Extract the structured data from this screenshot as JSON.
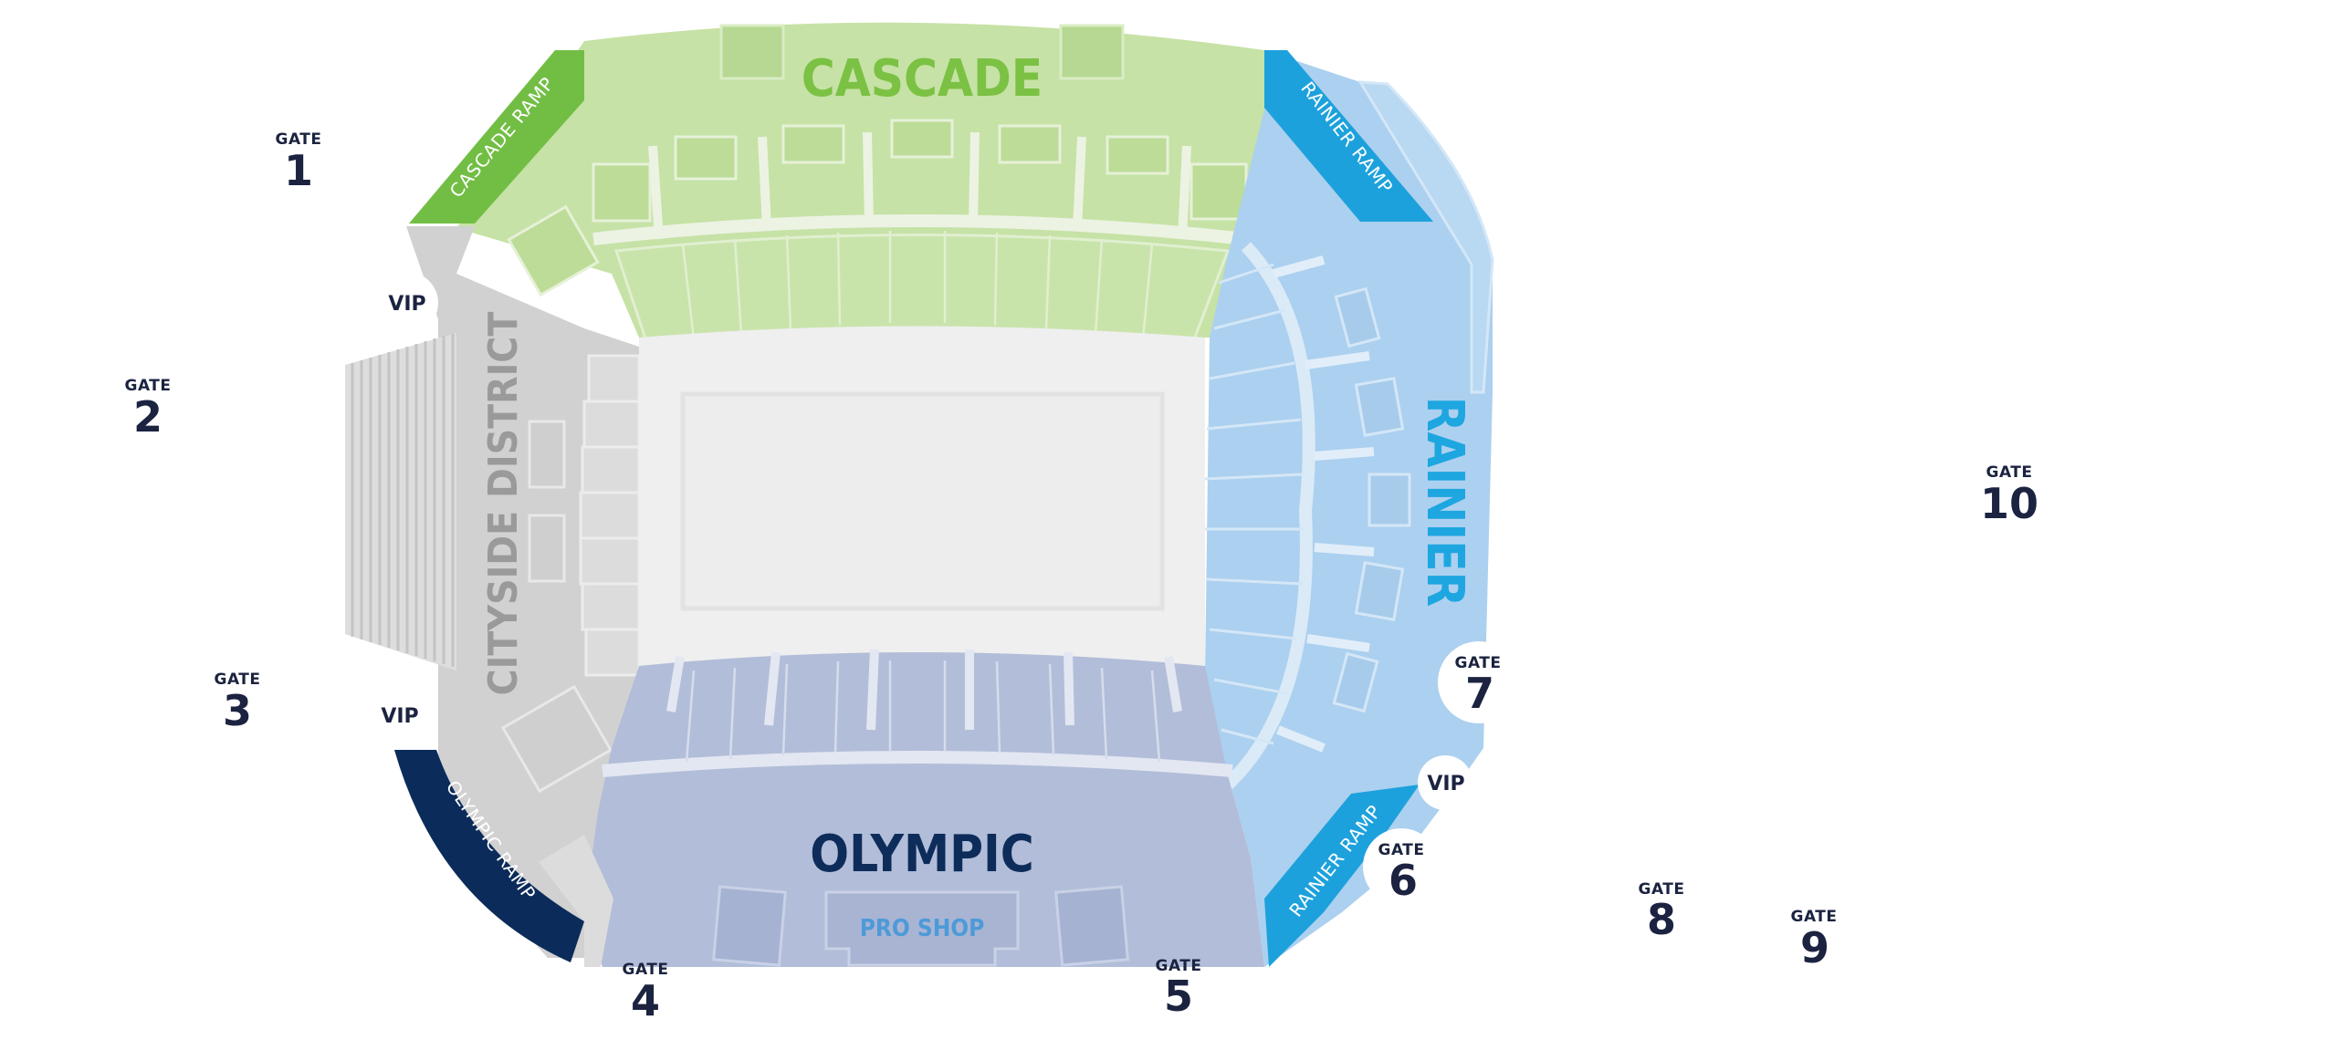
{
  "colors": {
    "cascade": "#c6e2a6",
    "cascade_label": "#7bc143",
    "cascade_ramp": "#72be44",
    "rainier": "#acd0ef",
    "rainier_label": "#1ea6e0",
    "rainier_ramp": "#1da1dc",
    "olympic": "#b2bdd9",
    "olympic_label": "#0d2c5a",
    "olympic_ramp": "#0b2b5a",
    "cityside": "#d1d1d1",
    "cityside_label": "#9a9a9a",
    "field": "#efefef",
    "pro_shop_label": "#4d9ad8",
    "gate_text": "#1b2340"
  },
  "sections": {
    "cascade": "CASCADE",
    "rainier": "RAINIER",
    "olympic": "OLYMPIC",
    "cityside": "CITYSIDE DISTRICT",
    "pro_shop": "PRO SHOP"
  },
  "ramps": {
    "cascade": "CASCADE RAMP",
    "rainier_north": "RAINIER RAMP",
    "rainier_south": "RAINIER RAMP",
    "olympic": "OLYMPIC RAMP"
  },
  "vip": {
    "nw": "VIP",
    "sw": "VIP",
    "se": "VIP"
  },
  "gate_word": "GATE",
  "gates": [
    {
      "id": "1",
      "label": "GATE",
      "number": "1"
    },
    {
      "id": "2",
      "label": "GATE",
      "number": "2"
    },
    {
      "id": "3",
      "label": "GATE",
      "number": "3"
    },
    {
      "id": "4",
      "label": "GATE",
      "number": "4"
    },
    {
      "id": "5",
      "label": "GATE",
      "number": "5"
    },
    {
      "id": "6",
      "label": "GATE",
      "number": "6"
    },
    {
      "id": "7",
      "label": "GATE",
      "number": "7"
    },
    {
      "id": "8",
      "label": "GATE",
      "number": "8"
    },
    {
      "id": "9",
      "label": "GATE",
      "number": "9"
    },
    {
      "id": "10",
      "label": "GATE",
      "number": "10"
    }
  ]
}
